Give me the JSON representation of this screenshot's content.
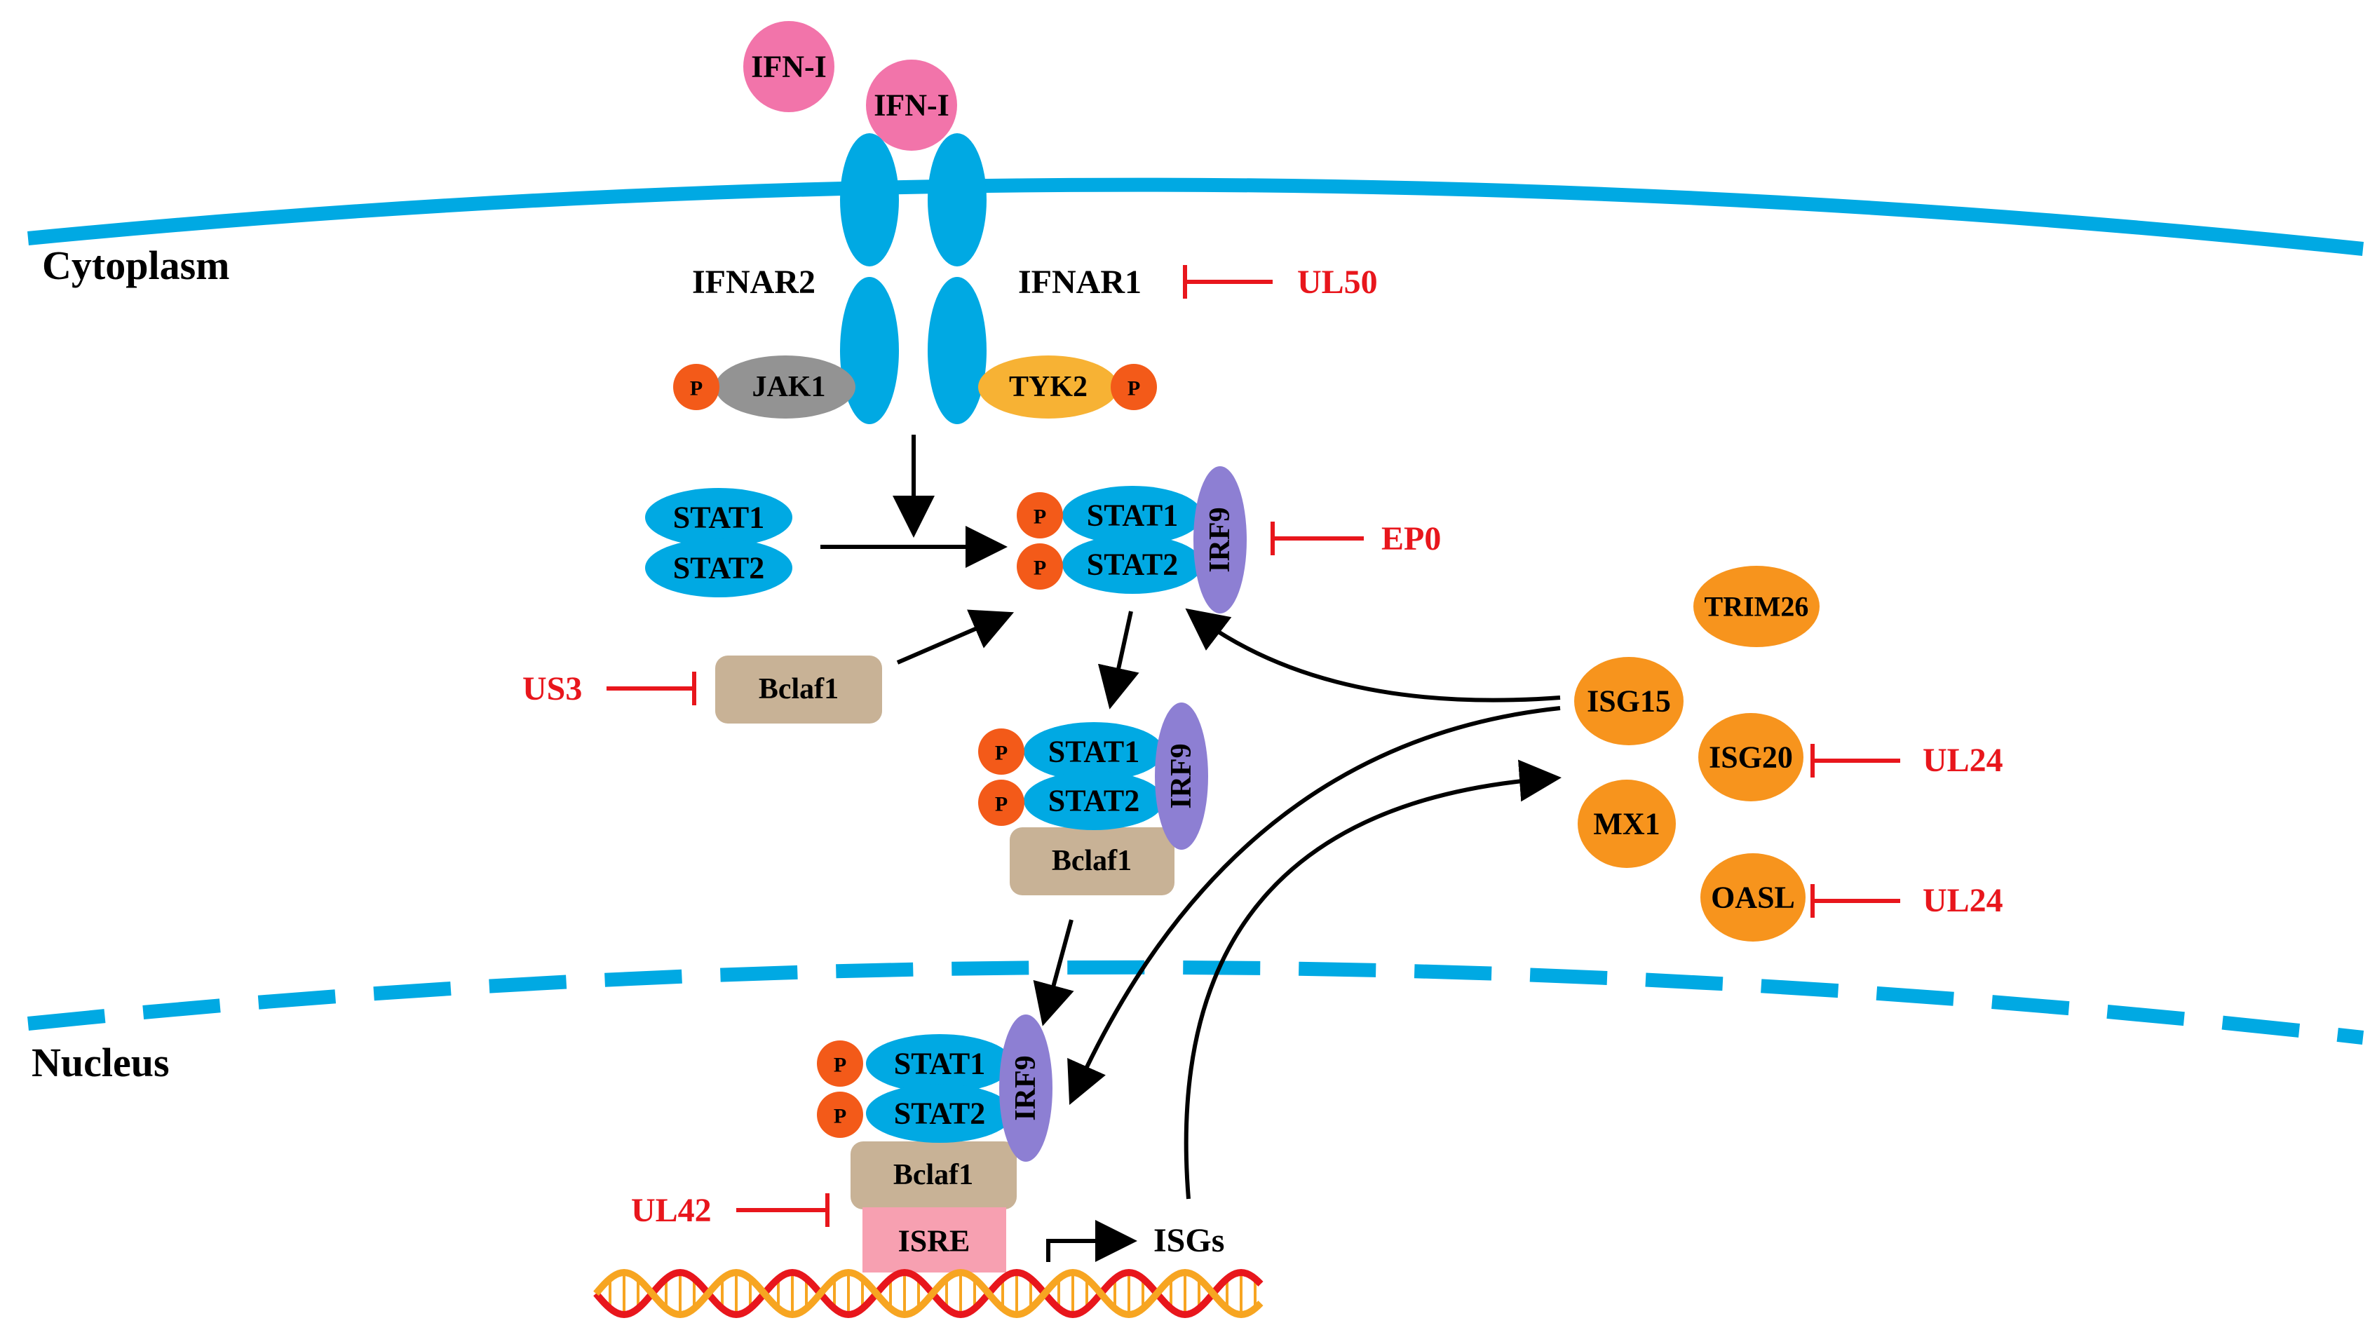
{
  "colors": {
    "membrane": "#00a9e3",
    "ifn": "#f274aa",
    "stat": "#00a9e3",
    "irf9": "#8d7fd3",
    "phospho": "#f35a19",
    "jak1": "#939393",
    "tyk2": "#f7b234",
    "bclaf1": "#c8b296",
    "isre": "#f7a0b1",
    "isg": "#f7941d",
    "inhibitor": "#e8161c",
    "arrow": "#000000",
    "dna_red": "#e8161c",
    "dna_orange": "#f7a521"
  },
  "compartments": {
    "cytoplasm": "Cytoplasm",
    "nucleus": "Nucleus"
  },
  "ligands": {
    "ifn_1": "IFN-I",
    "ifn_2": "IFN-I"
  },
  "receptors": {
    "ifnar2": "IFNAR2",
    "ifnar1": "IFNAR1",
    "jak1": "JAK1",
    "tyk2": "TYK2",
    "phospho": "P"
  },
  "complexes": {
    "stat1": "STAT1",
    "stat2": "STAT2",
    "irf9": "IRF9",
    "bclaf1": "Bclaf1",
    "phospho": "P"
  },
  "nuclear": {
    "isre": "ISRE",
    "isgs": "ISGs"
  },
  "isg_products": {
    "trim26": "TRIM26",
    "isg15": "ISG15",
    "isg20": "ISG20",
    "mx1": "MX1",
    "oasl": "OASL"
  },
  "inhibitors": {
    "ul50": "UL50",
    "ep0": "EP0",
    "us3": "US3",
    "ul24_isg20": "UL24",
    "ul24_oasl": "UL24",
    "ul42": "UL42"
  }
}
